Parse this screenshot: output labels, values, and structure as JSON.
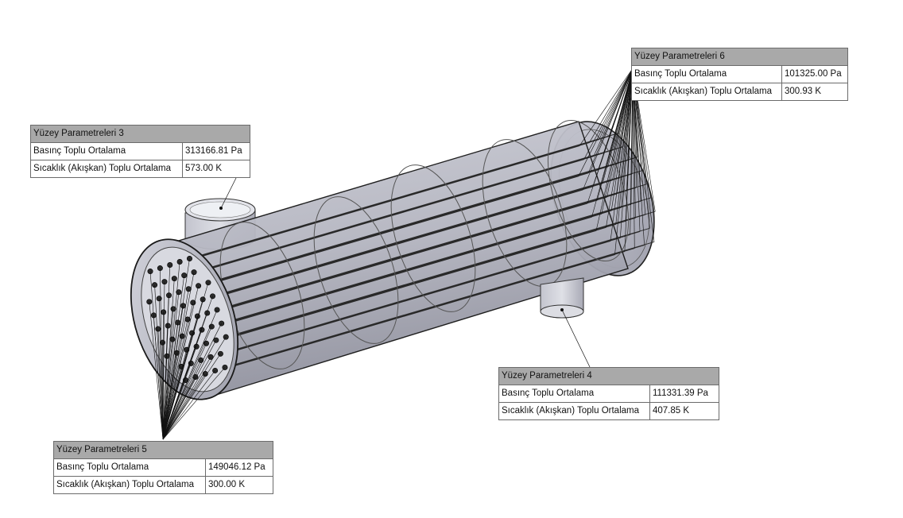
{
  "tables": {
    "t3": {
      "title": "Yüzey Parametreleri 3",
      "rows": [
        {
          "label": "Basınç Toplu Ortalama",
          "value": "313166.81 Pa"
        },
        {
          "label": "Sıcaklık (Akışkan) Toplu Ortalama",
          "value": "573.00 K"
        }
      ]
    },
    "t6": {
      "title": "Yüzey Parametreleri 6",
      "rows": [
        {
          "label": "Basınç Toplu Ortalama",
          "value": "101325.00 Pa"
        },
        {
          "label": "Sıcaklık (Akışkan) Toplu Ortalama",
          "value": "300.93 K"
        }
      ]
    },
    "t4": {
      "title": "Yüzey Parametreleri 4",
      "rows": [
        {
          "label": "Basınç Toplu Ortalama",
          "value": "111331.39 Pa"
        },
        {
          "label": "Sıcaklık (Akışkan) Toplu Ortalama",
          "value": "407.85 K"
        }
      ]
    },
    "t5": {
      "title": "Yüzey Parametreleri 5",
      "rows": [
        {
          "label": "Basınç Toplu Ortalama",
          "value": "149046.12 Pa"
        },
        {
          "label": "Sıcaklık (Akışkan) Toplu Ortalama",
          "value": "300.00 K"
        }
      ]
    }
  }
}
